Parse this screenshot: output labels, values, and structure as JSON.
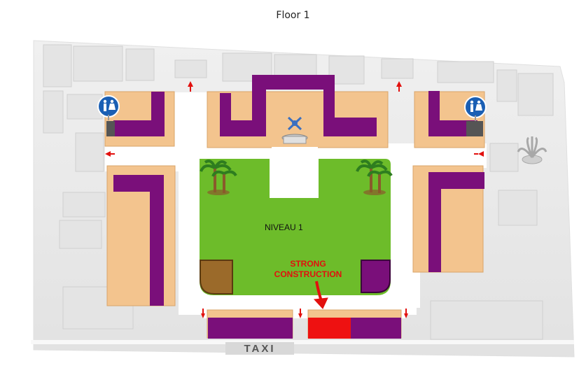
{
  "title": "Floor 1",
  "center_label": "NIVEAU 1",
  "notice": {
    "line1": "STRONG",
    "line2": "CONSTRUCTION"
  },
  "taxi_label": "TAXI",
  "colors": {
    "shop": "#7a0f7a",
    "walkway_edge": "#f3c48e",
    "garden": "#6dbc2a",
    "construction": "#ee1111",
    "notice_text": "#e2100e",
    "restroom_sign": "#1a5fb4"
  },
  "icons": [
    "restroom-icon",
    "fountain-icon",
    "palm-tree-icon",
    "entrance-arrow-icon",
    "plant-icon"
  ]
}
